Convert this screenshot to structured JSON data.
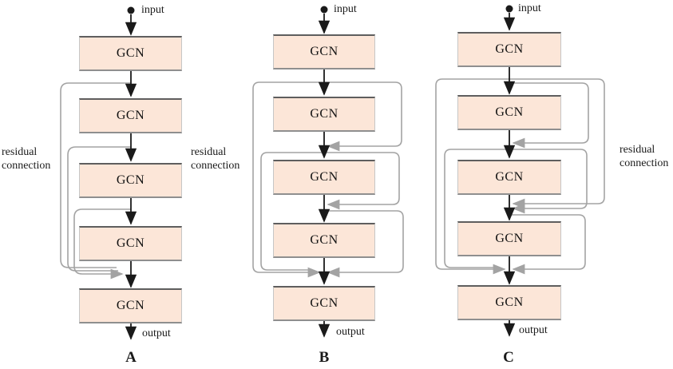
{
  "figure": {
    "colors": {
      "block_fill": "#fce6d8",
      "block_border": "#c6c6c6",
      "block_border_top": "#5e5e5e",
      "residual_line": "#a3a3a3",
      "flow_line": "#1a1a1a"
    },
    "columns": [
      {
        "caption": "A",
        "input_label": "input",
        "output_label": "output",
        "blocks": [
          {
            "label": "GCN"
          },
          {
            "label": "GCN"
          },
          {
            "label": "GCN"
          },
          {
            "label": "GCN"
          },
          {
            "label": "GCN"
          }
        ]
      },
      {
        "caption": "B",
        "input_label": "input",
        "output_label": "output",
        "blocks": [
          {
            "label": "GCN"
          },
          {
            "label": "GCN"
          },
          {
            "label": "GCN"
          },
          {
            "label": "GCN"
          },
          {
            "label": "GCN"
          }
        ]
      },
      {
        "caption": "C",
        "input_label": "input",
        "output_label": "output",
        "blocks": [
          {
            "label": "GCN"
          },
          {
            "label": "GCN"
          },
          {
            "label": "GCN"
          },
          {
            "label": "GCN"
          },
          {
            "label": "GCN"
          }
        ]
      }
    ],
    "annotations": {
      "residual_a": "residual\nconnection",
      "residual_b": "residual\nconnection",
      "residual_c": "residual\nconnection"
    }
  }
}
